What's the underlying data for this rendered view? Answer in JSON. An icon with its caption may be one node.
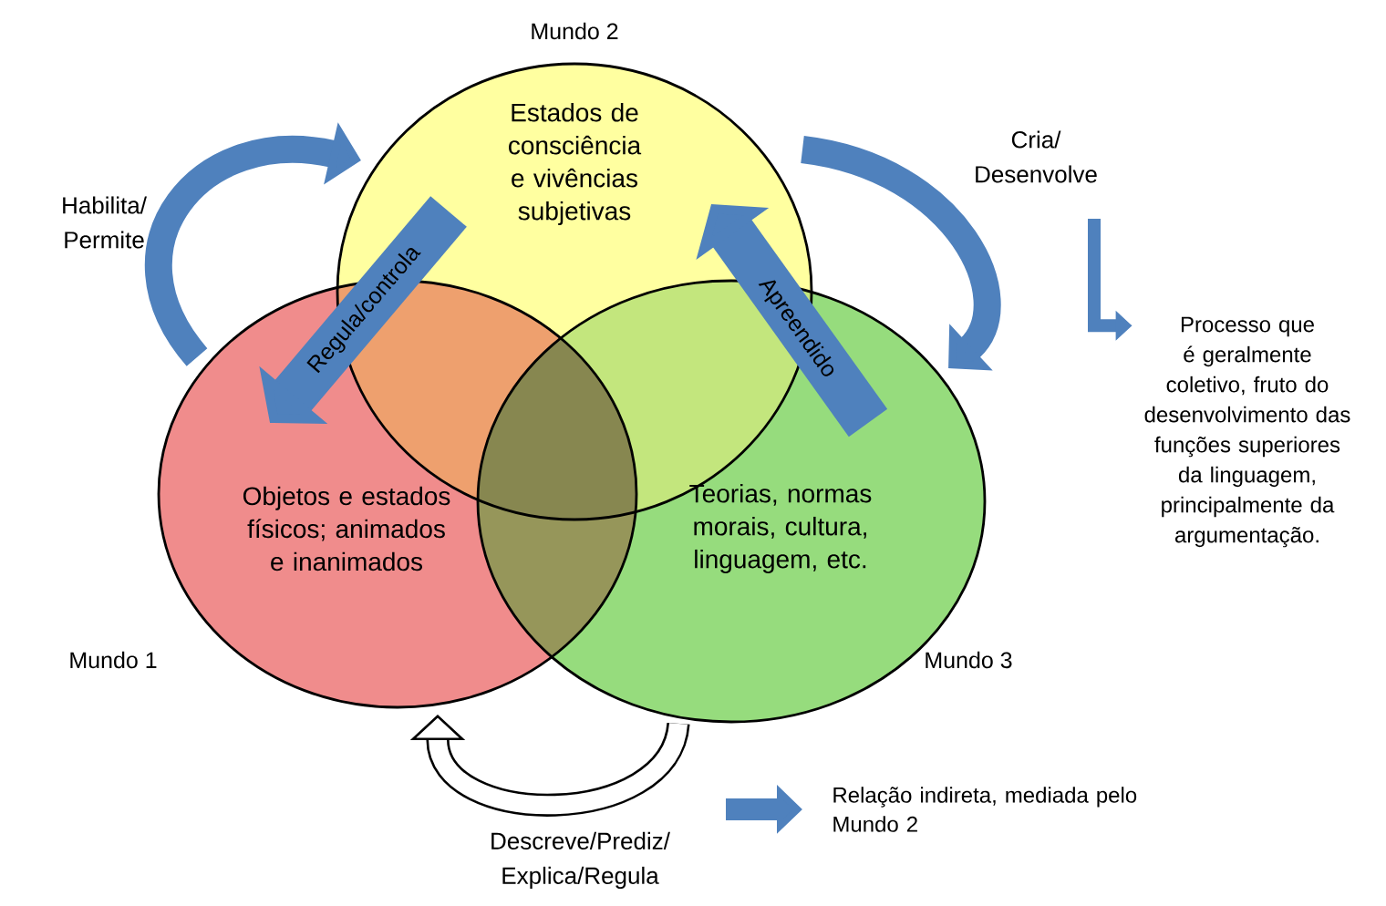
{
  "diagram": {
    "nodes": [
      {
        "text": [
          "Mundo 2",
          "Estados de consciência e vivências subjetivas"
        ]
      },
      {
        "text": [
          "Mundo 1",
          "Objetos e estados físicos; animados e inanimados"
        ]
      },
      {
        "text": [
          "Mundo 3",
          "Teorias, normas morais, cultura, linguagem, etc."
        ]
      },
      {
        "text": [
          "Processo que é geralmente coletivo, fruto do desenvolvimento das funções superiores da linguagem, principalmente da argumentação."
        ]
      }
    ],
    "edges": [
      {
        "from": 1,
        "to": 0,
        "arrow": "to",
        "label": "Habilita/ Permite"
      },
      {
        "from": 0,
        "to": 1,
        "arrow": "to",
        "label": "Regula/controla"
      },
      {
        "from": 0,
        "to": 2,
        "arrow": "to",
        "label": "Cria/ Desenvolve"
      },
      {
        "from": 2,
        "to": 0,
        "arrow": "to",
        "label": "Apreendido"
      },
      {
        "from": 2,
        "to": 1,
        "arrow": "to",
        "label": "Descreve/Prediz/ Explica/Regula",
        "color": "#000000"
      },
      {
        "from": null,
        "to": 3,
        "arrow": "to"
      }
    ],
    "legend": [
      {
        "text": "Relação indireta, mediada pelo Mundo 2"
      }
    ]
  }
}
